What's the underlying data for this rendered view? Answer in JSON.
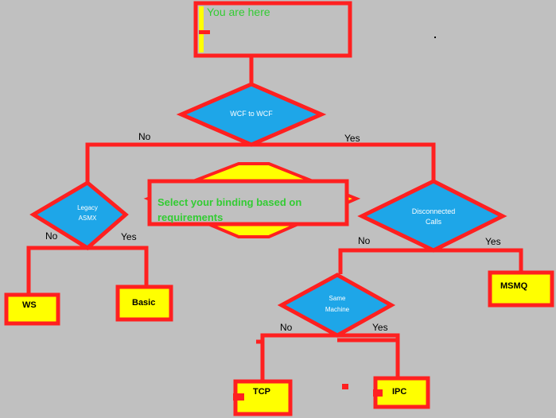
{
  "colors": {
    "background": "#c0c0c0",
    "line": "#ff2020",
    "diamond_fill": "#1ea6e8",
    "box_fill": "#ffff00",
    "start_text": "#33cc33",
    "note_text": "#33cc33"
  },
  "start": {
    "label": "You are here"
  },
  "note": {
    "text_line1": "Select your binding based on",
    "text_line2": "requirements"
  },
  "decisions": {
    "wcf": {
      "label": "WCF to WCF",
      "no": "No",
      "yes": "Yes"
    },
    "legacy": {
      "line1": "Legacy",
      "line2": "ASMX",
      "no": "No",
      "yes": "Yes"
    },
    "disconnected": {
      "line1": "Disconnected",
      "line2": "Calls",
      "no": "No",
      "yes": "Yes"
    },
    "same_machine": {
      "line1": "Same",
      "line2": "Machine",
      "no": "No",
      "yes": "Yes"
    }
  },
  "outcomes": {
    "ws": "WS",
    "basic": "Basic",
    "msmq": "MSMQ",
    "tcp": "TCP",
    "ipc": "IPC"
  }
}
